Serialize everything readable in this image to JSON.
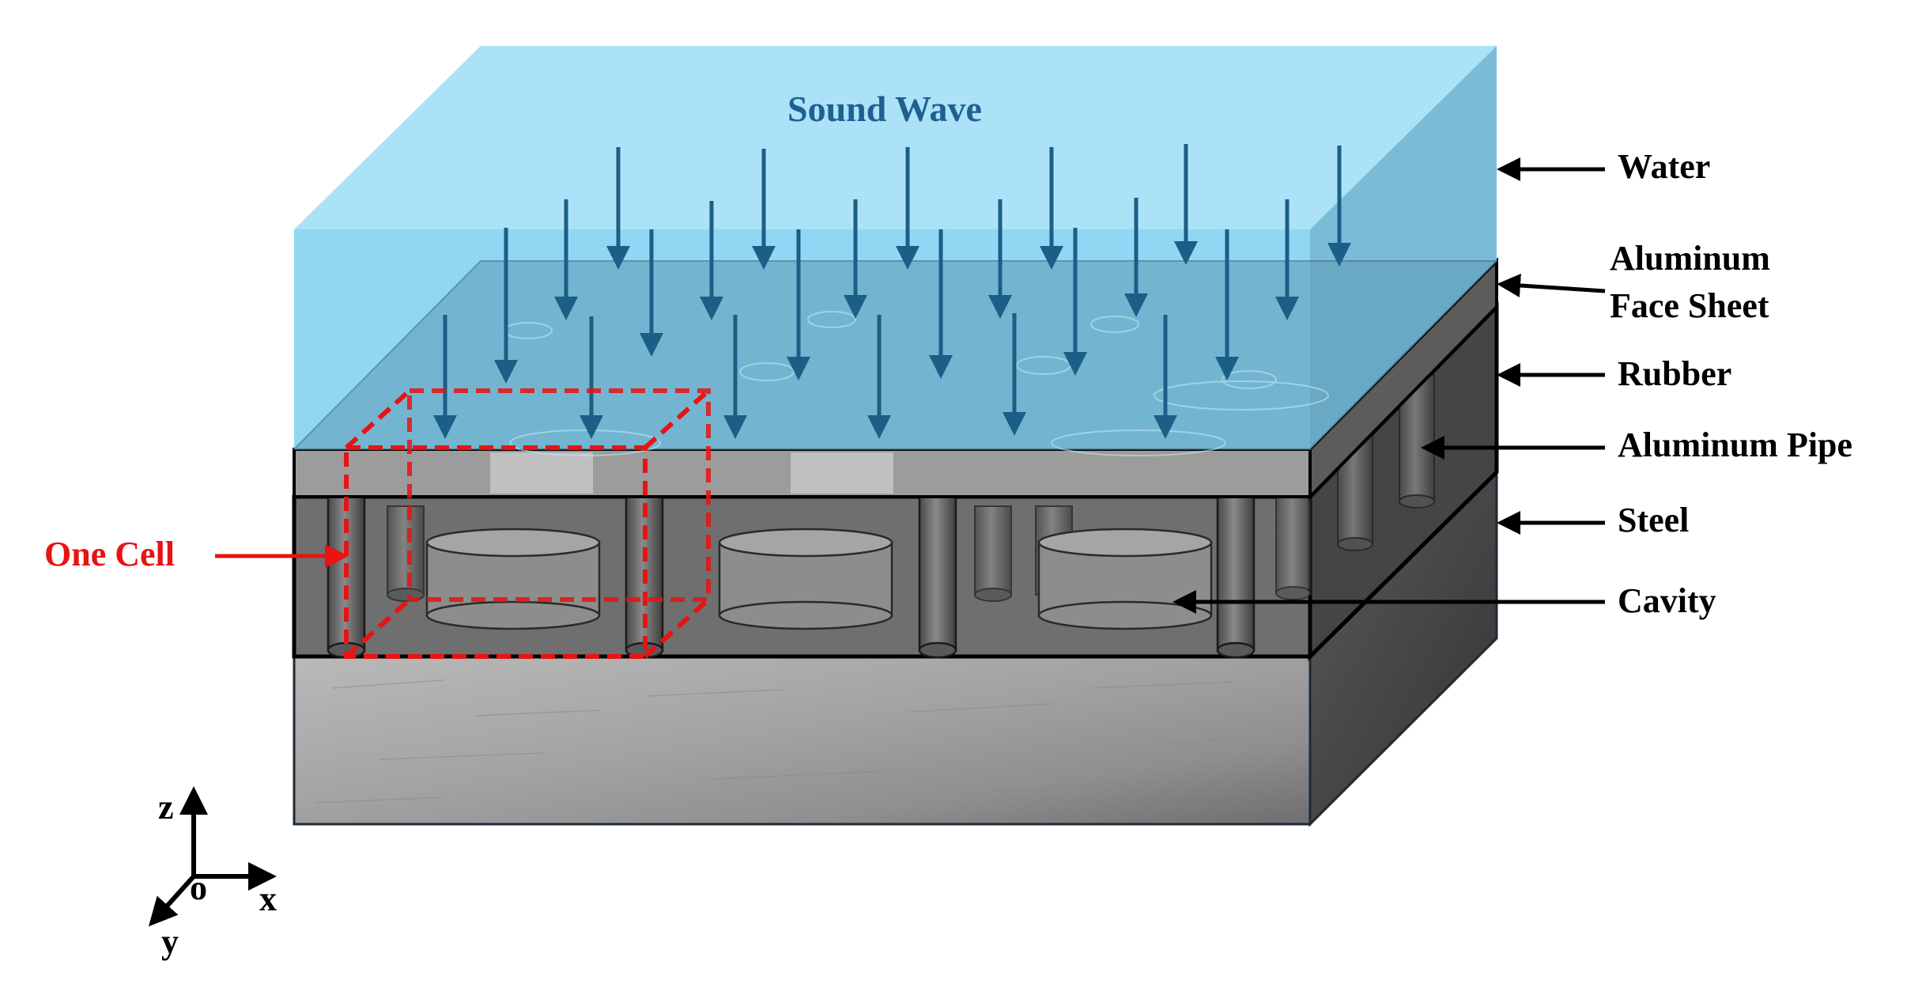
{
  "title": "Sound Wave",
  "layers": [
    {
      "key": "water",
      "name": "Water",
      "color": "#87d4f2"
    },
    {
      "key": "face_sheet",
      "name": "Aluminum Face Sheet",
      "line1": "Aluminum",
      "line2": "Face Sheet",
      "color": "#9c9c9c"
    },
    {
      "key": "rubber",
      "name": "Rubber",
      "color": "#6f6f6f"
    },
    {
      "key": "pipe",
      "name": "Aluminum Pipe",
      "color": "#6a6a6a"
    },
    {
      "key": "steel",
      "name": "Steel",
      "color": "#a7a7a7"
    },
    {
      "key": "cavity",
      "name": "Cavity",
      "color": "#8d8d8d"
    }
  ],
  "annotation": {
    "label": "One Cell",
    "color": "#e81313"
  },
  "wave_color": "#1b5e86",
  "axes": {
    "z": "z",
    "x": "x",
    "y": "y",
    "origin": "o"
  }
}
